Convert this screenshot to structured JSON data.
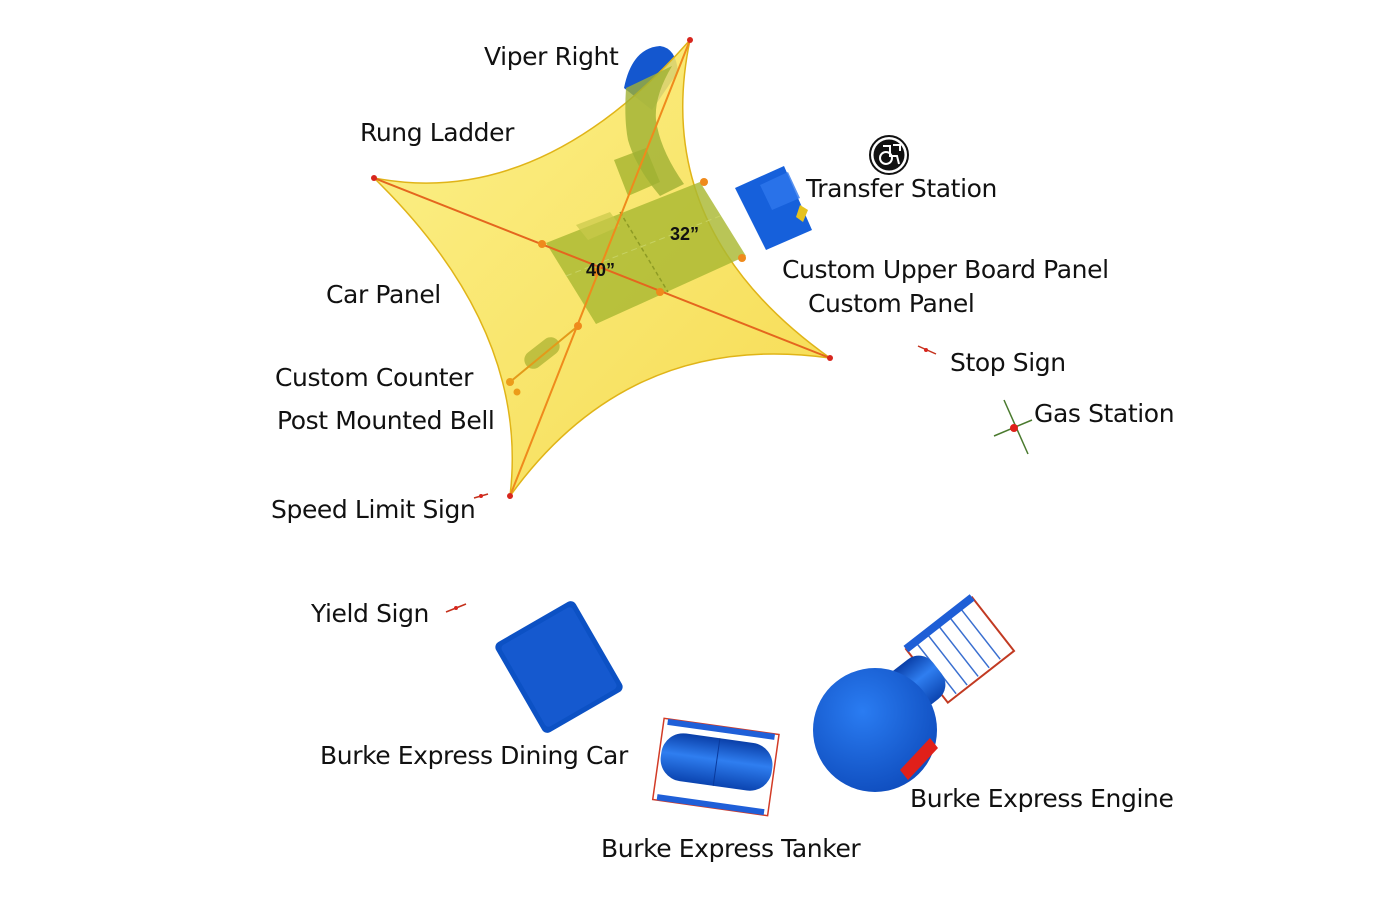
{
  "labels": {
    "viper_right": "Viper Right",
    "rung_ladder": "Rung Ladder",
    "transfer_station": "Transfer Station",
    "custom_upper_board_panel": "Custom Upper Board Panel",
    "custom_panel": "Custom Panel",
    "car_panel": "Car Panel",
    "stop_sign": "Stop Sign",
    "custom_counter": "Custom Counter",
    "gas_station": "Gas Station",
    "post_mounted_bell": "Post Mounted Bell",
    "speed_limit_sign": "Speed Limit Sign",
    "yield_sign": "Yield Sign",
    "burke_express_dining_car": "Burke Express Dining Car",
    "burke_express_engine": "Burke Express Engine",
    "burke_express_tanker": "Burke Express Tanker"
  },
  "dimensions": {
    "deck_height_1": "32”",
    "deck_height_2": "40”"
  },
  "icons": {
    "accessibility": "wheelchair-transfer-icon"
  },
  "colors": {
    "shade_yellow": "#f7e24a",
    "shade_edge": "#e3b81a",
    "structure_blue": "#0f55c8",
    "deck_green": "#a9b833",
    "cable_red": "#e1461e"
  }
}
